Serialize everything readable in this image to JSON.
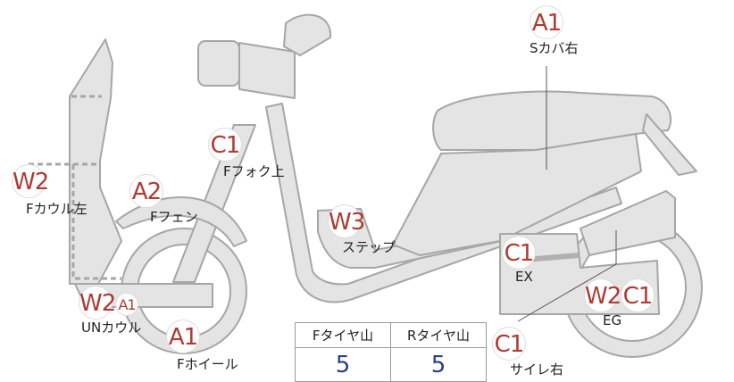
{
  "badges": {
    "s_cover_right": "A1",
    "f_fork_upper": "C1",
    "f_cowl_left": "W2",
    "f_fender": "A2",
    "step": "W3",
    "ex": "C1",
    "un_cowl_w": "W2",
    "un_cowl_a": "A1",
    "f_wheel": "A1",
    "eg_w": "W2",
    "eg_c": "C1",
    "silencer_right": "C1"
  },
  "labels": {
    "s_cover_right": "Sカバ右",
    "f_fork_upper": "Fフォク上",
    "f_cowl_left": "Fカウル左",
    "f_fender": "Fフェン",
    "step": "ステップ",
    "ex": "EX",
    "un_cowl": "UNカウル",
    "f_wheel": "Fホイール",
    "eg": "EG",
    "silencer_right": "サイレ右"
  },
  "tire_table": {
    "front_header": "Fタイヤ山",
    "rear_header": "Rタイヤ山",
    "front_value": "5",
    "rear_value": "5"
  },
  "colors": {
    "part_fill": "#e4e4e4",
    "part_stroke": "#a6a6a6",
    "badge_text": "#b03a34",
    "value_text": "#2c3f86"
  }
}
